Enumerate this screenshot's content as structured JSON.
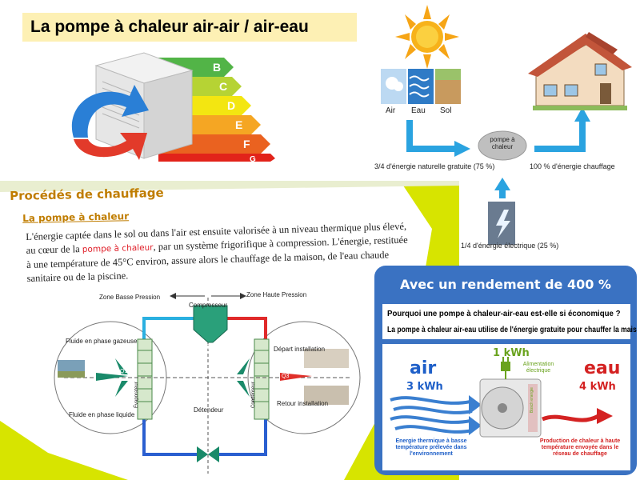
{
  "title": "La pompe à chaleur air-air / air-eau",
  "energy_label": {
    "classes": [
      "B",
      "C",
      "D",
      "E",
      "F",
      "G"
    ]
  },
  "solar_diagram": {
    "sources": [
      "Air",
      "Eau",
      "Sol"
    ],
    "pump_label": "pompe à chaleur",
    "left_caption": "3/4 d'énergie naturelle gratuite (75 %)",
    "right_caption": "100 % d'énergie chauffage",
    "bottom_caption": "1/4 d'énergie électrique (25 %)"
  },
  "document": {
    "heading": "Procédés de chauffage",
    "subheading": "La pompe à chaleur",
    "body_before": "L'énergie captée dans le sol ou dans l'air est ensuite valorisée à un niveau thermique plus élevé, au cœur de la ",
    "body_highlight": "pompe à chaleur",
    "body_after": ", par un système frigorifique à compression. L'énergie, restituée à une température de 45°C environ, assure alors le chauffage de la maison, de l'eau chaude sanitaire ou de la piscine.",
    "diagram": {
      "zone_low": "Zone Basse Pression",
      "zone_high": "Zone Haute Pression",
      "compressor": "Compresseur",
      "expander": "Détendeur",
      "gas_phase": "Fluide en phase gazeuse",
      "liquid_phase": "Fluide en phase liquide",
      "departure": "Départ installation",
      "return": "Retour installation",
      "evaporator": "Évaporateur",
      "condenser": "Condenseur",
      "q1": "Q1",
      "q2": "Q2",
      "q3": "Q3"
    }
  },
  "info_box": {
    "title": "Avec un rendement de 400 %",
    "question": "Pourquoi une pompe à chaleur-air-eau est-elle si économique ?",
    "answer": "La pompe à chaleur air-eau utilise de l'énergie gratuite pour chauffer la maison !",
    "air_label": "air",
    "air_kwh": "3 kWh",
    "elec_kwh": "1 kWh",
    "elec_label": "Alimentation électrique",
    "water_label": "eau",
    "water_kwh": "4 kWh",
    "left_caption": "Energie thermique à basse température prélevée dans l'environnement",
    "right_caption": "Production de chaleur à haute température envoyée dans le réseau de chauffage",
    "unit_brand": "Bosch energie"
  },
  "colors": {
    "title_bg": "#fdf0b4",
    "box_blue": "#3a72c2",
    "arrow_blue": "#2aa3e0",
    "accent_green": "#d7e400",
    "heading_orange": "#c07d00",
    "air_blue": "#1e5fc8",
    "water_red": "#d42222",
    "elec_green": "#6aa31e"
  }
}
